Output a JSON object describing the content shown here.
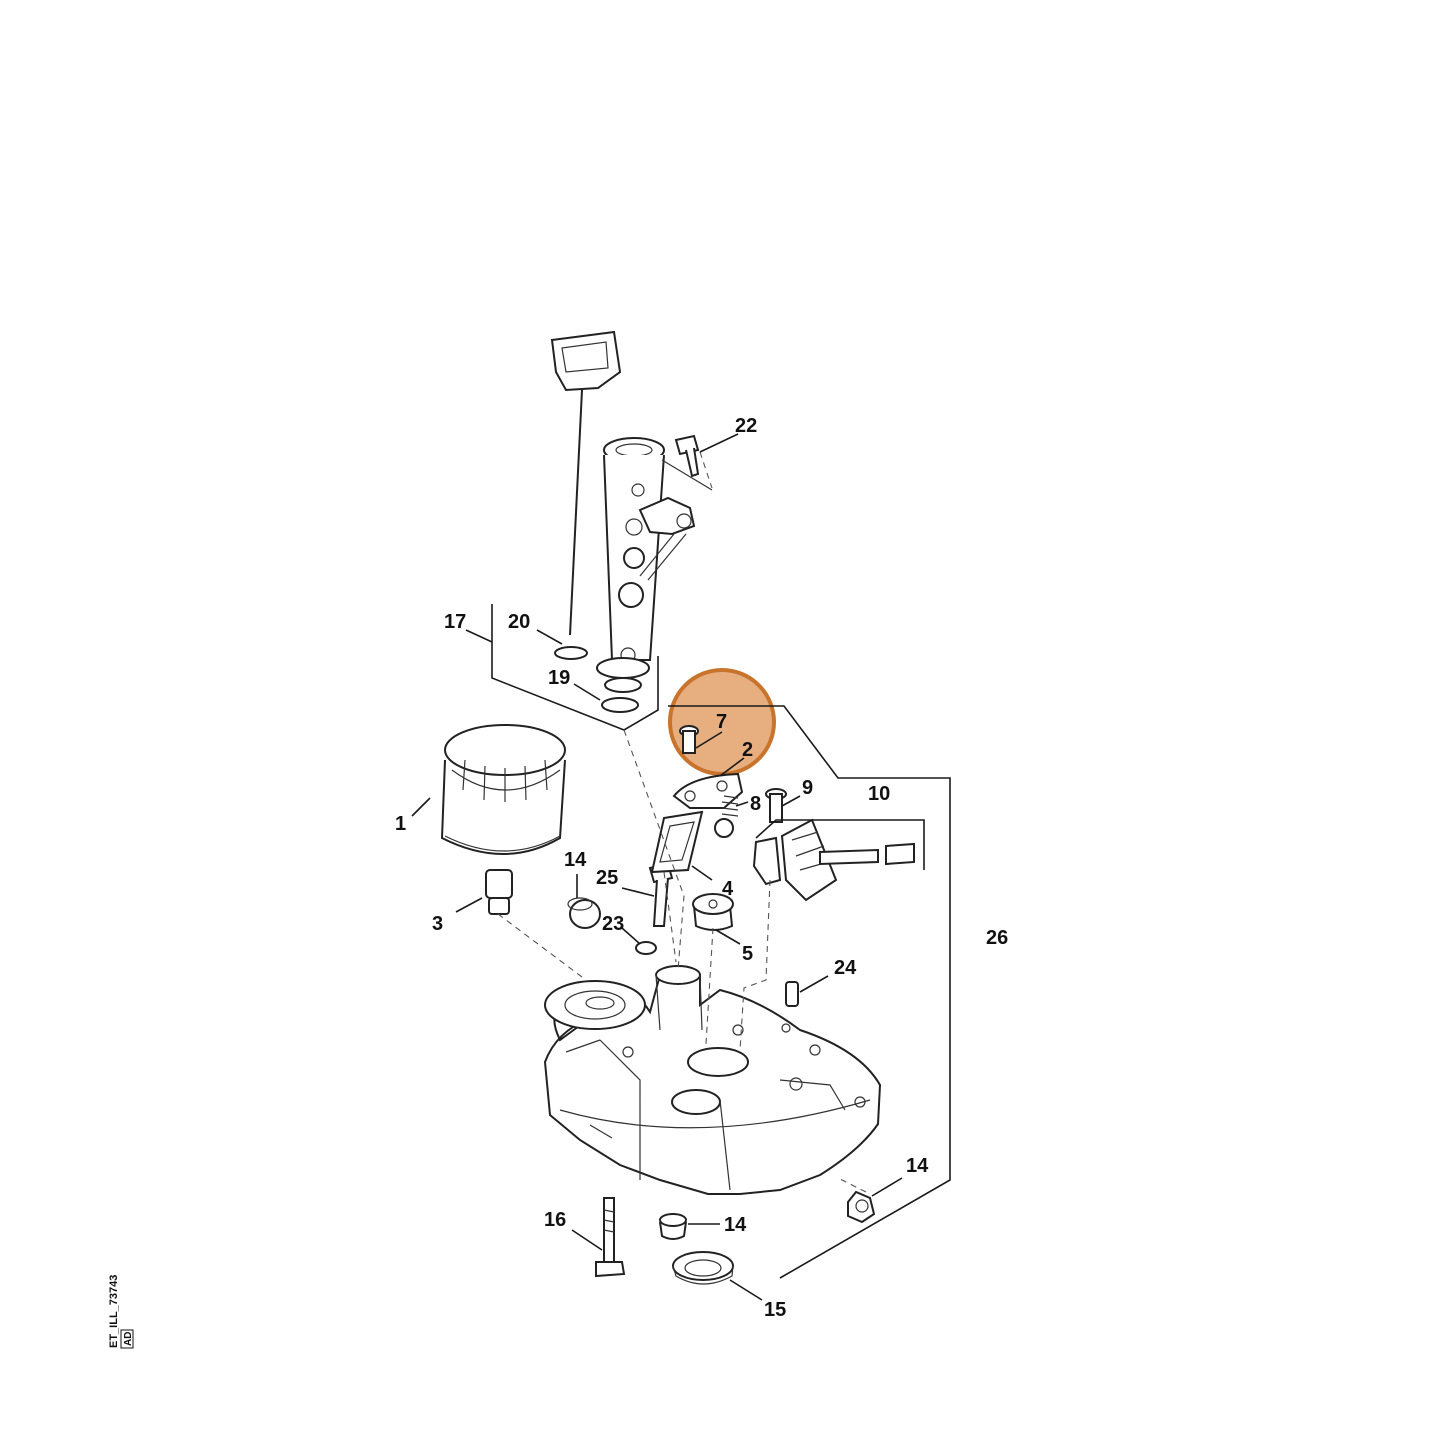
{
  "diagram": {
    "labels": {
      "p1": "1",
      "p2": "2",
      "p3": "3",
      "p4": "4",
      "p5": "5",
      "p7": "7",
      "p8": "8",
      "p9": "9",
      "p10": "10",
      "p14a": "14",
      "p14b": "14",
      "p14c": "14",
      "p15": "15",
      "p16": "16",
      "p17": "17",
      "p19": "19",
      "p20": "20",
      "p22": "22",
      "p23": "23",
      "p24": "24",
      "p25": "25",
      "p26": "26"
    },
    "illustration_code": "ET_ILL_73743",
    "revision_code": "AD",
    "highlight_color": "#e3a06a",
    "highlight_stroke": "#c8742c"
  }
}
